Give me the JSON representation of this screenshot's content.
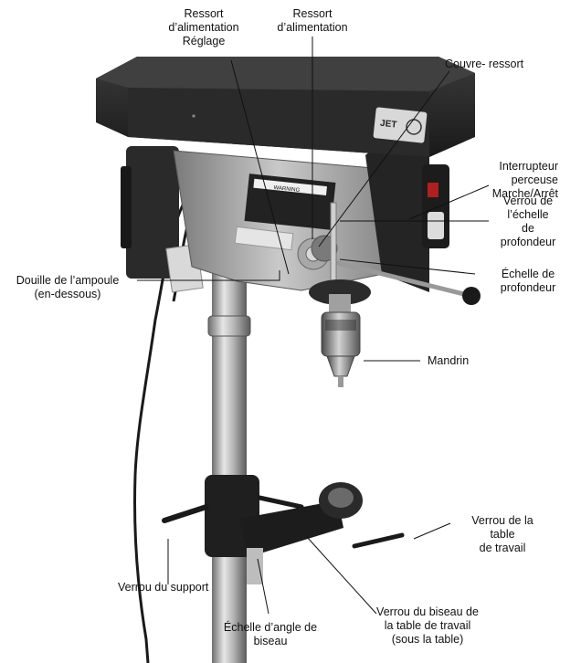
{
  "labels": {
    "feed_spring_adjust": "Ressort\nd’alimentation\nRéglage",
    "feed_spring": "Ressort\nd’alimentation",
    "spring_cover": "Couvre- ressort",
    "on_off_switch": "Interrupteur perceuse\nMarche/Arrêt",
    "depth_scale_lock": "Verrou de\nl’échelle de\nprofondeur",
    "depth_scale": "Échelle de\nprofondeur",
    "lamp_socket": "Douille de l’ampoule\n(en-dessous)",
    "chuck": "Mandrin",
    "table_lock": "Verrou de la table\nde travail",
    "support_lock": "Verrou du support",
    "bevel_lock": "Verrou du biseau de\nla table de travail\n(sous la table)",
    "bevel_scale": "Échelle d’angle de\nbiseau"
  },
  "logo": "JET",
  "warning_plate": "WARNING"
}
